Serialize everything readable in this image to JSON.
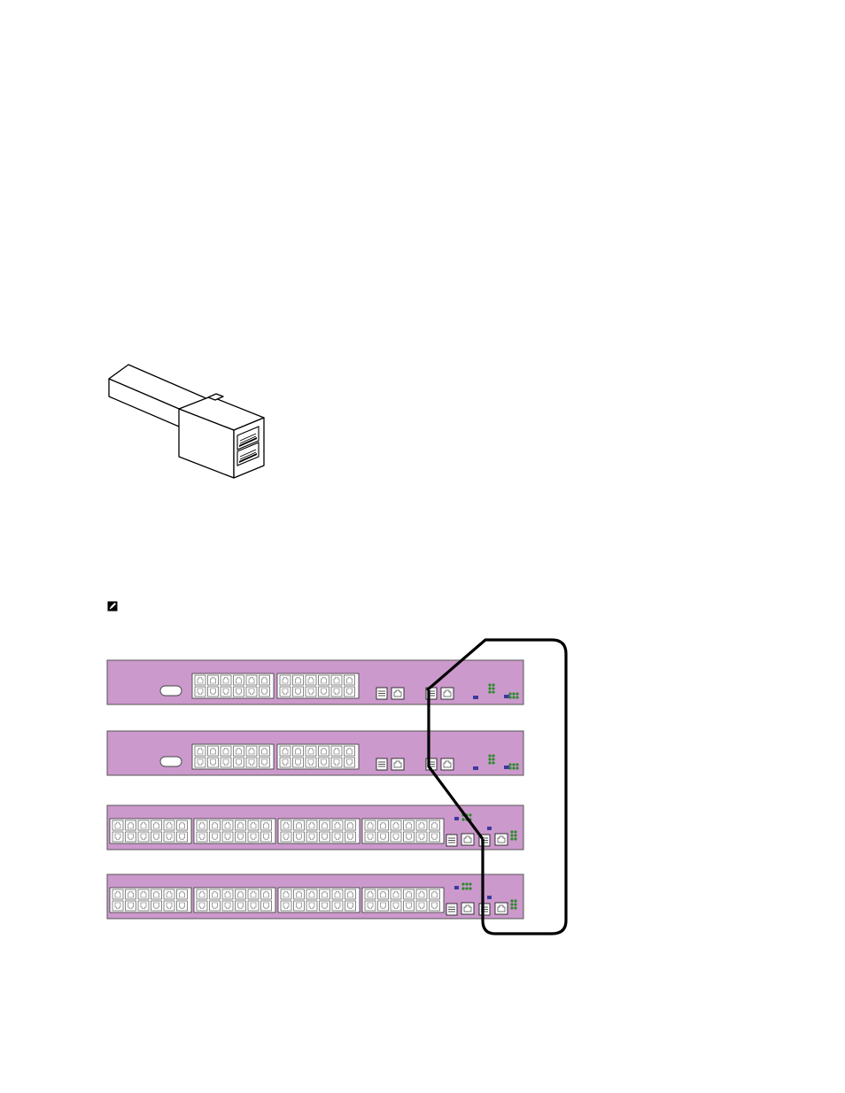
{
  "illustration": {
    "connector_icon": "cable-connector-icon",
    "note_icon": "note-pencil-icon"
  },
  "stack": {
    "switch_color": "#cc99cc",
    "switch_border": "#555555",
    "cable_color": "#000000",
    "led_green": "#2a8a2a",
    "led_blue": "#3a3aa0",
    "units": [
      {
        "type": "24-port",
        "port_groups": 2
      },
      {
        "type": "24-port",
        "port_groups": 2
      },
      {
        "type": "48-port",
        "port_groups": 4
      },
      {
        "type": "48-port",
        "port_groups": 4
      }
    ],
    "cabling": "ring"
  }
}
